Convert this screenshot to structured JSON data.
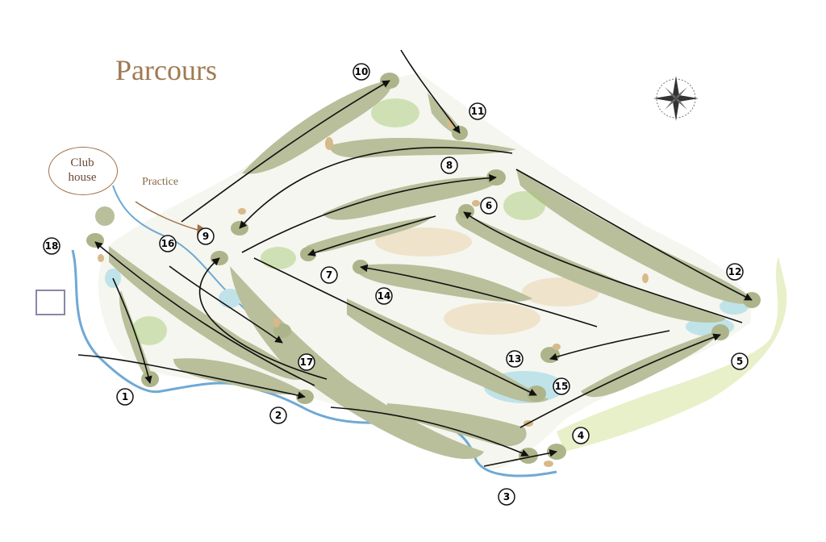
{
  "title": "Parcours",
  "club_house": {
    "line1": "Club",
    "line2": "house"
  },
  "practice_label": "Practice",
  "colors": {
    "fairway": "#b8bf9a",
    "green": "#aeb48a",
    "water": "#bfe3e8",
    "stream": "#6fa9d4",
    "bunker": "#d7b98a",
    "sand": "#efe3cc",
    "coast": "#e7f0c8",
    "title": "#a07a52"
  },
  "holes": [
    {
      "number": "1"
    },
    {
      "number": "2"
    },
    {
      "number": "3"
    },
    {
      "number": "4"
    },
    {
      "number": "5"
    },
    {
      "number": "6"
    },
    {
      "number": "7"
    },
    {
      "number": "8"
    },
    {
      "number": "9"
    },
    {
      "number": "10"
    },
    {
      "number": "11"
    },
    {
      "number": "12"
    },
    {
      "number": "13"
    },
    {
      "number": "14"
    },
    {
      "number": "15"
    },
    {
      "number": "16"
    },
    {
      "number": "17"
    },
    {
      "number": "18"
    }
  ],
  "compass": {
    "icon": "compass-rose-icon"
  }
}
